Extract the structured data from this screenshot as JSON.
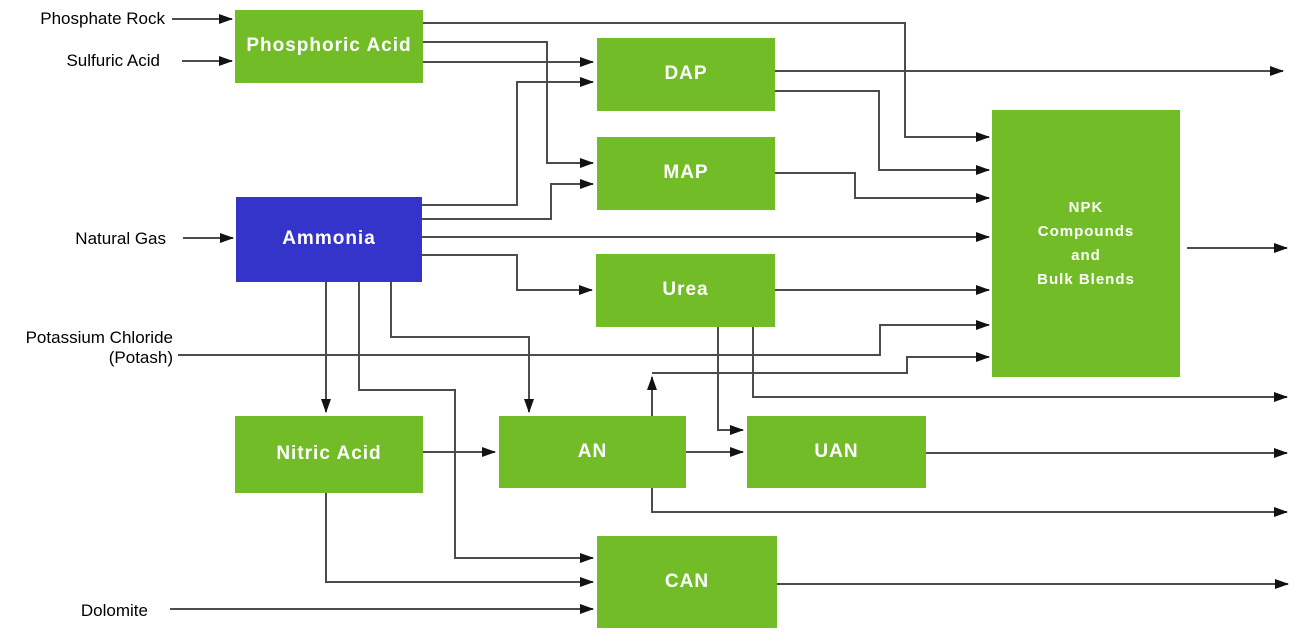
{
  "inputs": {
    "phosphate_rock": {
      "label": "Phosphate Rock"
    },
    "sulfuric_acid": {
      "label": "Sulfuric Acid"
    },
    "natural_gas": {
      "label": "Natural Gas"
    },
    "potash": {
      "label_line1": "Potassium Chloride",
      "label_line2": "(Potash)"
    },
    "dolomite": {
      "label": "Dolomite"
    }
  },
  "nodes": {
    "phosphoric": {
      "label": "Phosphoric Acid"
    },
    "dap": {
      "label": "DAP"
    },
    "map": {
      "label": "MAP"
    },
    "ammonia": {
      "label": "Ammonia"
    },
    "urea": {
      "label": "Urea"
    },
    "npk": {
      "line1": "NPK",
      "line2": "Compounds",
      "line3": "and",
      "line4": "Bulk Blends"
    },
    "nitric": {
      "label": "Nitric Acid"
    },
    "an": {
      "label": "AN"
    },
    "uan": {
      "label": "UAN"
    },
    "can": {
      "label": "CAN"
    }
  },
  "edges": [
    {
      "from": "Phosphate Rock",
      "to": "Phosphoric Acid"
    },
    {
      "from": "Sulfuric Acid",
      "to": "Phosphoric Acid"
    },
    {
      "from": "Natural Gas",
      "to": "Ammonia"
    },
    {
      "from": "Potassium Chloride (Potash)",
      "to": "NPK Compounds and Bulk Blends"
    },
    {
      "from": "Dolomite",
      "to": "CAN"
    },
    {
      "from": "Phosphoric Acid",
      "to": "NPK Compounds and Bulk Blends"
    },
    {
      "from": "Phosphoric Acid",
      "to": "MAP"
    },
    {
      "from": "Phosphoric Acid",
      "to": "DAP"
    },
    {
      "from": "Ammonia",
      "to": "DAP"
    },
    {
      "from": "Ammonia",
      "to": "MAP"
    },
    {
      "from": "Ammonia",
      "to": "NPK Compounds and Bulk Blends"
    },
    {
      "from": "Ammonia",
      "to": "Urea"
    },
    {
      "from": "Ammonia",
      "to": "Nitric Acid"
    },
    {
      "from": "Ammonia",
      "to": "CAN"
    },
    {
      "from": "Ammonia",
      "to": "AN"
    },
    {
      "from": "Urea",
      "to": "NPK Compounds and Bulk Blends"
    },
    {
      "from": "Urea",
      "to": "UAN"
    },
    {
      "from": "Urea",
      "to": "off-diagram-right"
    },
    {
      "from": "Nitric Acid",
      "to": "AN"
    },
    {
      "from": "Nitric Acid",
      "to": "CAN"
    },
    {
      "from": "AN",
      "to": "NPK Compounds and Bulk Blends"
    },
    {
      "from": "AN",
      "to": "UAN"
    },
    {
      "from": "AN",
      "to": "off-diagram-right"
    },
    {
      "from": "UAN",
      "to": "off-diagram-right"
    },
    {
      "from": "DAP",
      "to": "off-diagram-right"
    },
    {
      "from": "DAP",
      "to": "NPK Compounds and Bulk Blends"
    },
    {
      "from": "MAP",
      "to": "NPK Compounds and Bulk Blends"
    },
    {
      "from": "NPK Compounds and Bulk Blends",
      "to": "off-diagram-right"
    },
    {
      "from": "CAN",
      "to": "off-diagram-right"
    }
  ],
  "colors": {
    "node_green": "#72bd27",
    "node_blue": "#3434cb",
    "line": "#4c4c4c",
    "arrowhead": "#121212",
    "background": "#ffffff",
    "node_text": "#ffffff",
    "label_text": "#000000"
  }
}
